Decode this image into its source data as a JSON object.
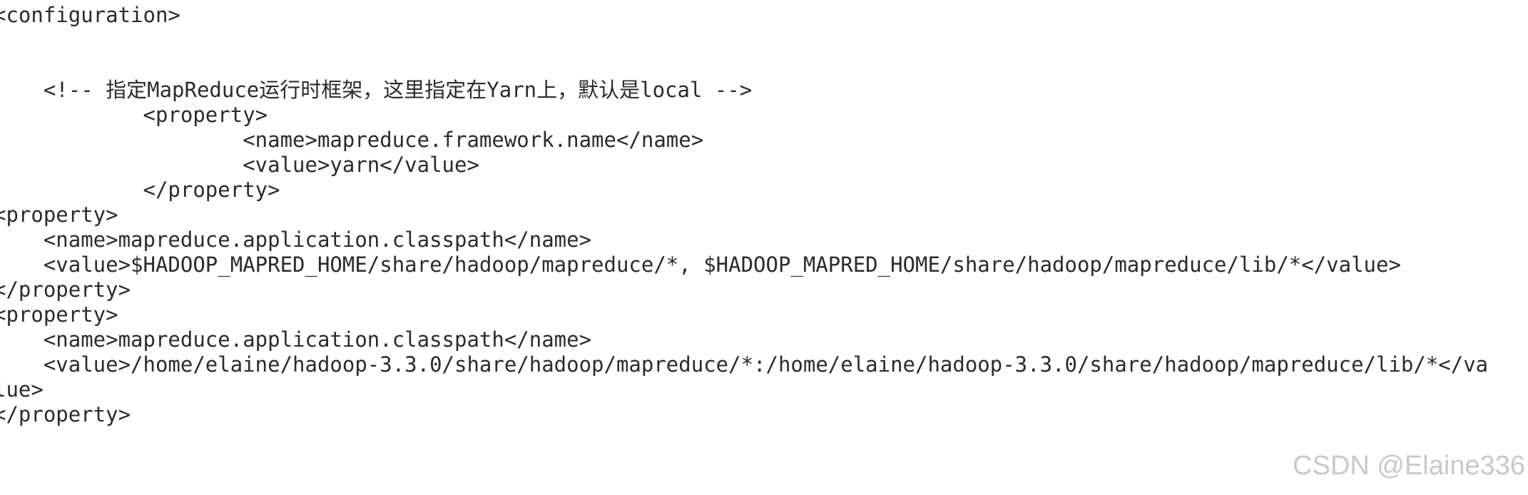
{
  "code": {
    "lines": [
      "<configuration>",
      "",
      "",
      "    <!-- 指定MapReduce运行时框架，这里指定在Yarn上，默认是local -->",
      "            <property>",
      "                    <name>mapreduce.framework.name</name>",
      "                    <value>yarn</value>",
      "            </property>",
      "<property>",
      "    <name>mapreduce.application.classpath</name>",
      "    <value>$HADOOP_MAPRED_HOME/share/hadoop/mapreduce/*, $HADOOP_MAPRED_HOME/share/hadoop/mapreduce/lib/*</value>",
      "</property>",
      "<property>",
      "    <name>mapreduce.application.classpath</name>",
      "    <value>/home/elaine/hadoop-3.3.0/share/hadoop/mapreduce/*:/home/elaine/hadoop-3.3.0/share/hadoop/mapreduce/lib/*</va",
      "lue>",
      "</property>"
    ]
  },
  "watermark": {
    "text": "CSDN @Elaine336"
  }
}
